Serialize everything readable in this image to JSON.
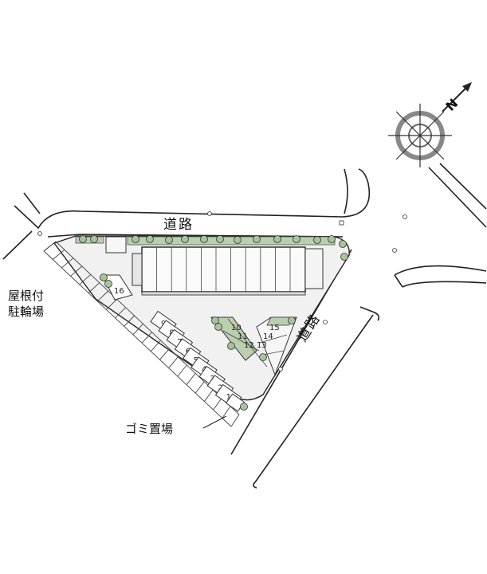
{
  "labels": {
    "road_top": "道路",
    "road_side": "道路",
    "bicycle_parking": [
      "屋根付",
      "駐輪場"
    ],
    "garbage": "ゴミ置場"
  },
  "compass": {
    "north_label": "N"
  },
  "parking": {
    "left_row": [
      "9",
      "8",
      "7",
      "6",
      "5",
      "4",
      "3",
      "2",
      "1"
    ],
    "island_left": [
      "10",
      "11",
      "12"
    ],
    "island_right": [
      "15",
      "14",
      "13"
    ],
    "bike_number": "16"
  },
  "colors": {
    "line": "#222222",
    "greenery": "#8fae7f",
    "ground": "#efefef"
  }
}
